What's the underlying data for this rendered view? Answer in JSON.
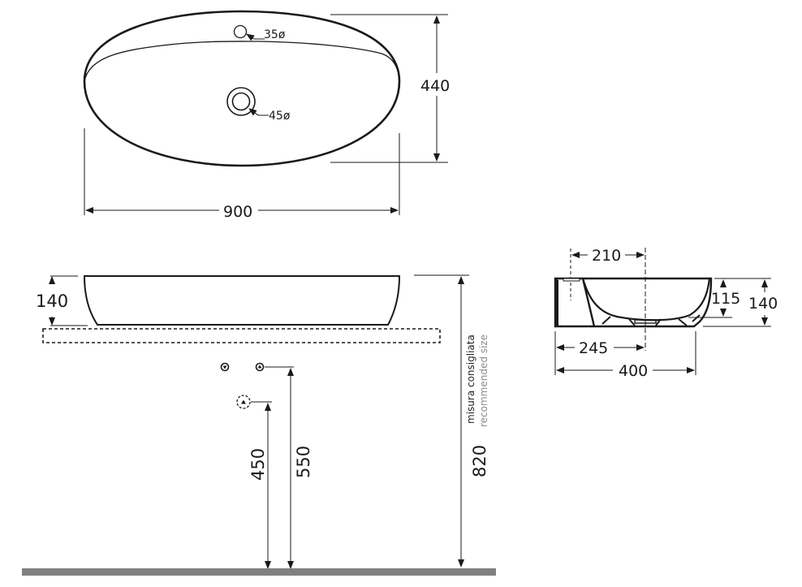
{
  "top_view": {
    "width_label": "900",
    "depth_label": "440",
    "tap_hole_label": "35ø",
    "drain_label": "45ø"
  },
  "front_view": {
    "basin_height_label": "140",
    "drain_height_label": "450",
    "waste_height_label": "550",
    "counter_height_label": "820",
    "note_it": "misura consigliata",
    "note_en": "recommended size"
  },
  "side_view": {
    "offset_label": "210",
    "bowl_depth_label": "115",
    "height_label": "140",
    "drain_offset_label": "245",
    "depth_label": "400"
  },
  "colors": {
    "line": "#1a1a1a",
    "floor": "#808080",
    "note_secondary": "#8a8a8a"
  }
}
